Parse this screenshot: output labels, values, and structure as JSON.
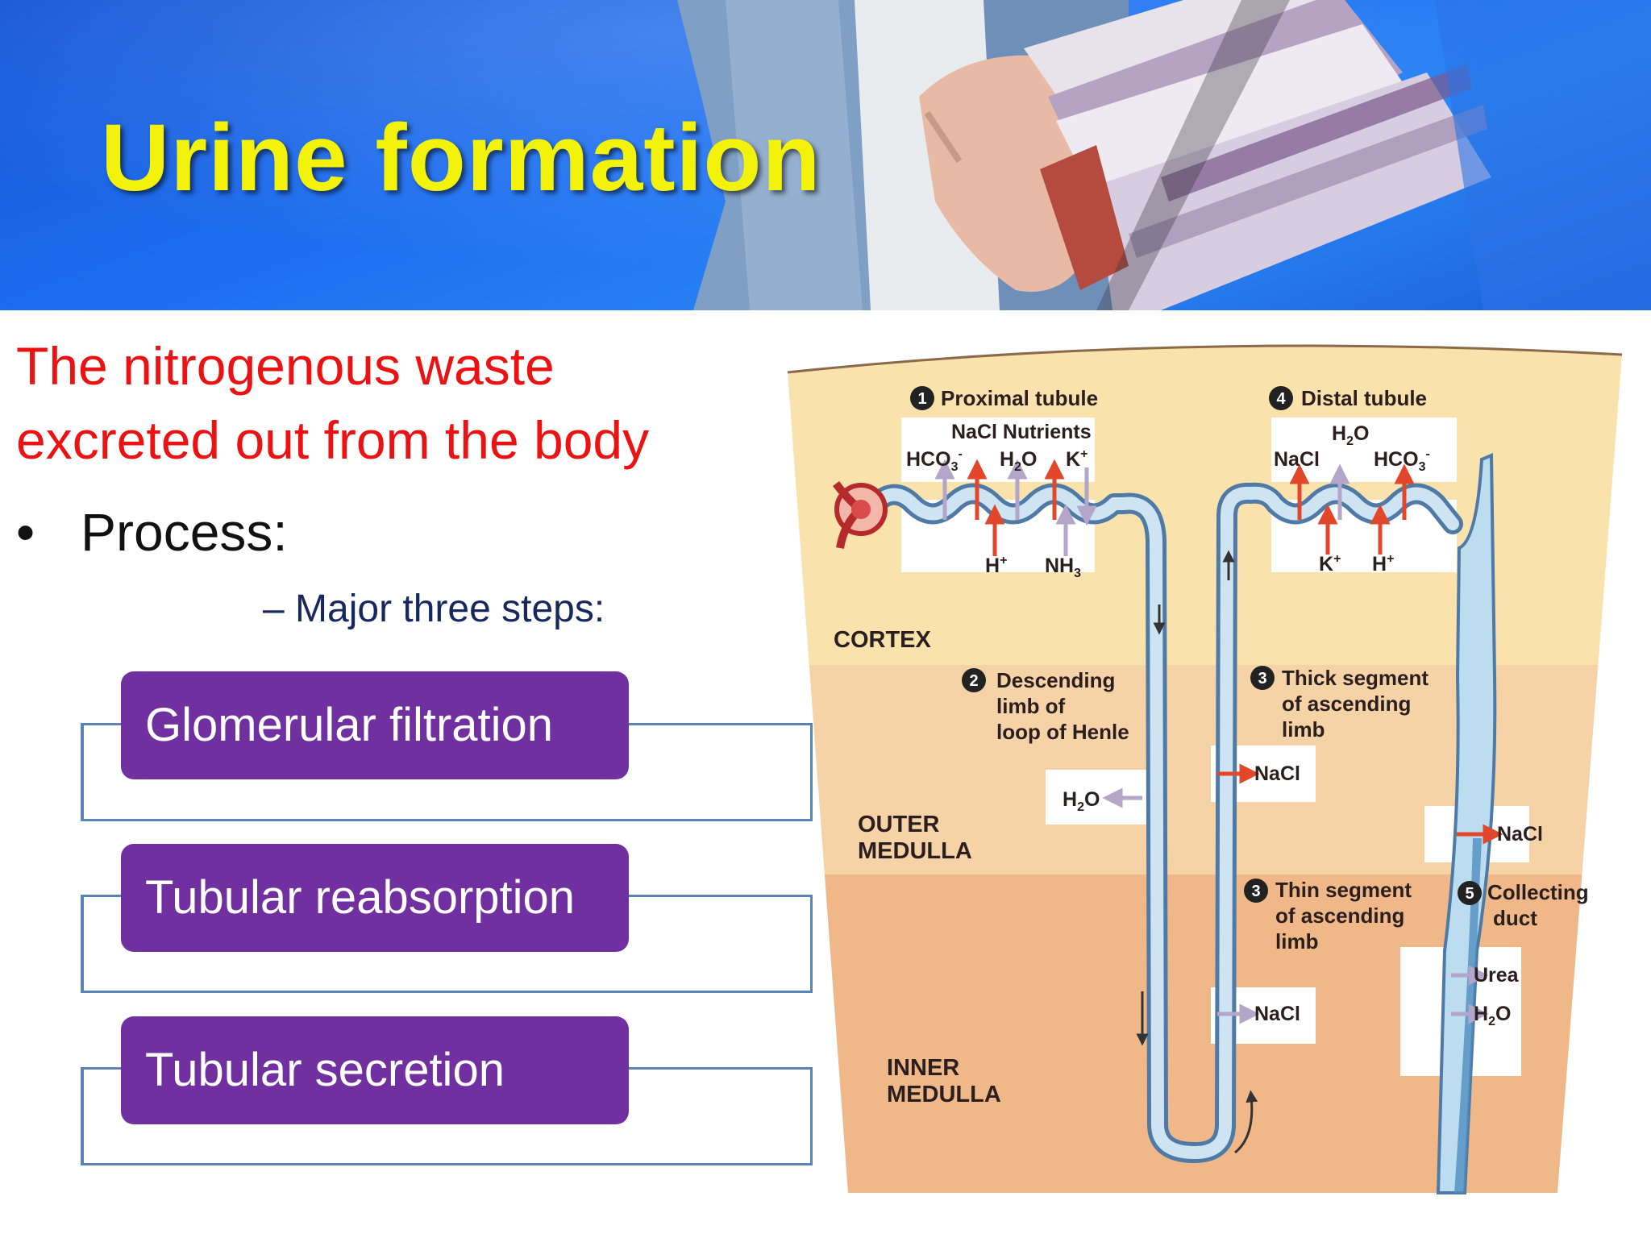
{
  "title": "Urine formation",
  "lead_text": "The nitrogenous waste excreted out from the body",
  "bullet": {
    "symbol": "•",
    "text": "Process:"
  },
  "sub_bullet": "– Major three steps:",
  "steps": [
    {
      "label": "Glomerular  filtration"
    },
    {
      "label": "Tubular  reabsorption"
    },
    {
      "label": "Tubular secretion"
    }
  ],
  "colors": {
    "banner": "#1d6ff0",
    "title": "#f2f20a",
    "lead": "#ea1212",
    "step_box": "#7030a0",
    "frame": "#5a83b8",
    "cortex": "#f9e2ac",
    "outer_medulla": "#f6d3a7",
    "inner_medulla": "#f0b888"
  },
  "diagram": {
    "regions": {
      "cortex": "CORTEX",
      "outer_medulla_1": "OUTER",
      "outer_medulla_2": "MEDULLA",
      "inner_medulla_1": "INNER",
      "inner_medulla_2": "MEDULLA"
    },
    "numbers": {
      "p1": "1",
      "p2": "2",
      "p3a": "3",
      "p3b": "3",
      "p4": "4",
      "p5": "5"
    },
    "proximal": {
      "heading": "Proximal tubule",
      "top_row": "NaCl  Nutrients",
      "hco3": "HCO",
      "hco3_sub": "3",
      "hco3_sup": "-",
      "h2o_h": "H",
      "h2o_sub": "2",
      "h2o_o": "O",
      "k": "K",
      "k_sup": "+",
      "h": "H",
      "h_sup": "+",
      "nh3": "NH",
      "nh3_sub": "3"
    },
    "distal": {
      "heading": "Distal tubule",
      "h2o_h": "H",
      "h2o_sub": "2",
      "h2o_o": "O",
      "nacl": "NaCl",
      "hco3": "HCO",
      "hco3_sub": "3",
      "hco3_sup": "-",
      "k": "K",
      "k_sup": "+",
      "h": "H",
      "h_sup": "+"
    },
    "descending": {
      "line1": "Descending",
      "line2": "limb of",
      "line3": "loop of Henle",
      "h2o_h": "H",
      "h2o_sub": "2",
      "h2o_o": "O"
    },
    "thick": {
      "line1": "Thick segment",
      "line2": "of ascending",
      "line3": "limb",
      "nacl": "NaCl"
    },
    "thin": {
      "line1": "Thin segment",
      "line2": "of ascending",
      "line3": "limb",
      "nacl": "NaCl"
    },
    "collecting": {
      "line1": "Collecting",
      "line2": "duct",
      "nacl": "NaCl",
      "urea": "Urea",
      "h2o_h": "H",
      "h2o_sub": "2",
      "h2o_o": "O"
    }
  }
}
